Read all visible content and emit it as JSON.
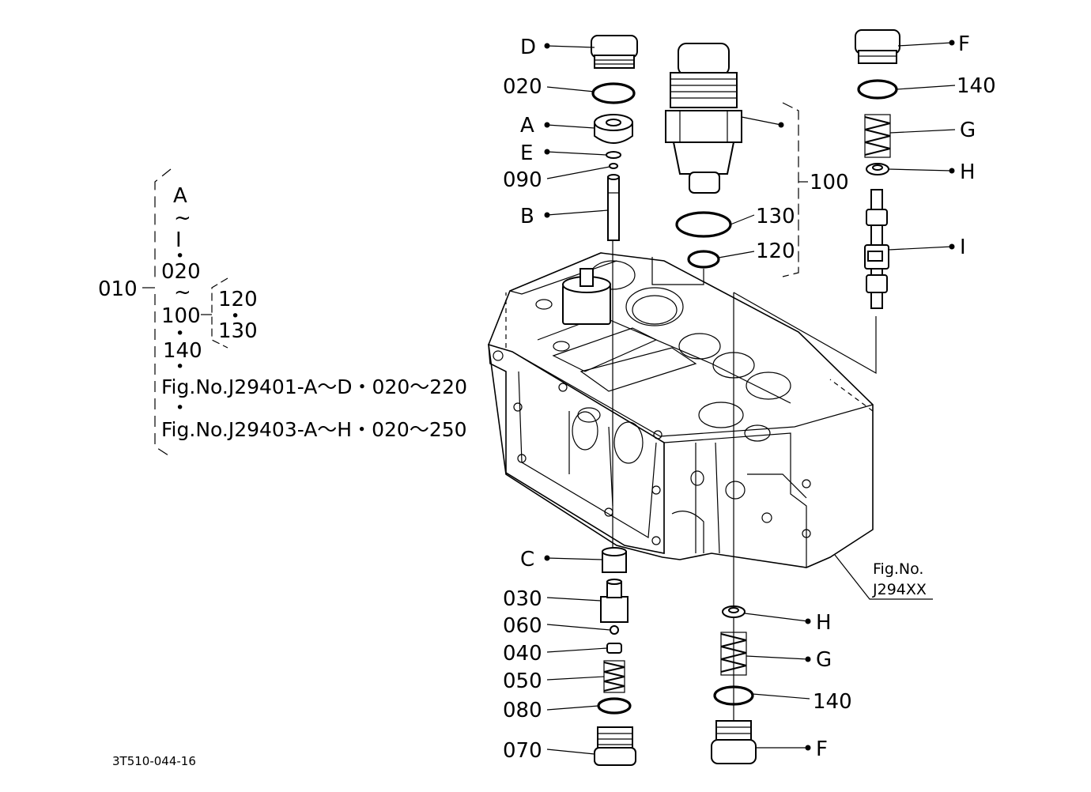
{
  "callouts": {
    "D": "D",
    "020": "020",
    "A": "A",
    "E": "E",
    "090": "090",
    "B": "B",
    "F_top": "F",
    "140_top": "140",
    "G_top": "G",
    "H_top": "H",
    "I": "I",
    "100": "100",
    "130": "130",
    "120": "120",
    "C": "C",
    "030": "030",
    "060": "060",
    "040": "040",
    "050": "050",
    "080": "080",
    "070": "070",
    "H_bot": "H",
    "G_bot": "G",
    "140_bot": "140",
    "F_bot": "F"
  },
  "assembly": {
    "main_no": "010",
    "range_start": "A",
    "range_tilde_1": "~",
    "range_end": "I",
    "dot": "•",
    "part_020": "020",
    "range_tilde_2": "~",
    "part_100": "100",
    "sub_120": "120",
    "sub_130": "130",
    "part_140": "140",
    "ref_1": "Fig.No.J29401-A～D・020～220",
    "ref_2": "Fig.No.J29403-A～H・020～250"
  },
  "figure_ref": {
    "line1": "Fig.No.",
    "line2": "J294XX"
  },
  "drawing_code": "3T510-044-16"
}
